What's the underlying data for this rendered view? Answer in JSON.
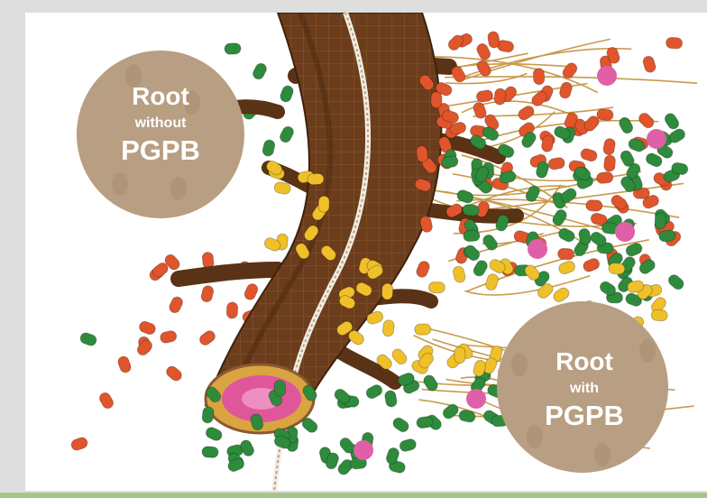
{
  "left_badge": {
    "line1": "Root",
    "line2": "without",
    "line3": "PGPB"
  },
  "right_badge": {
    "line1": "Root",
    "line2": "with",
    "line3": "PGPB"
  },
  "colors": {
    "root": "#6b3d1c",
    "root_dark": "#4a2810",
    "root_hair": "#7a4a22",
    "core": "#e0569b",
    "bark_ring": "#d9a441",
    "badge": "#b89e82",
    "bacteria_red": "#e0552b",
    "bacteria_green": "#2e8b3c",
    "bacteria_yellow": "#f0c02a",
    "bacteria_pink": "#df5fa8",
    "filament": "#c99a4b"
  }
}
